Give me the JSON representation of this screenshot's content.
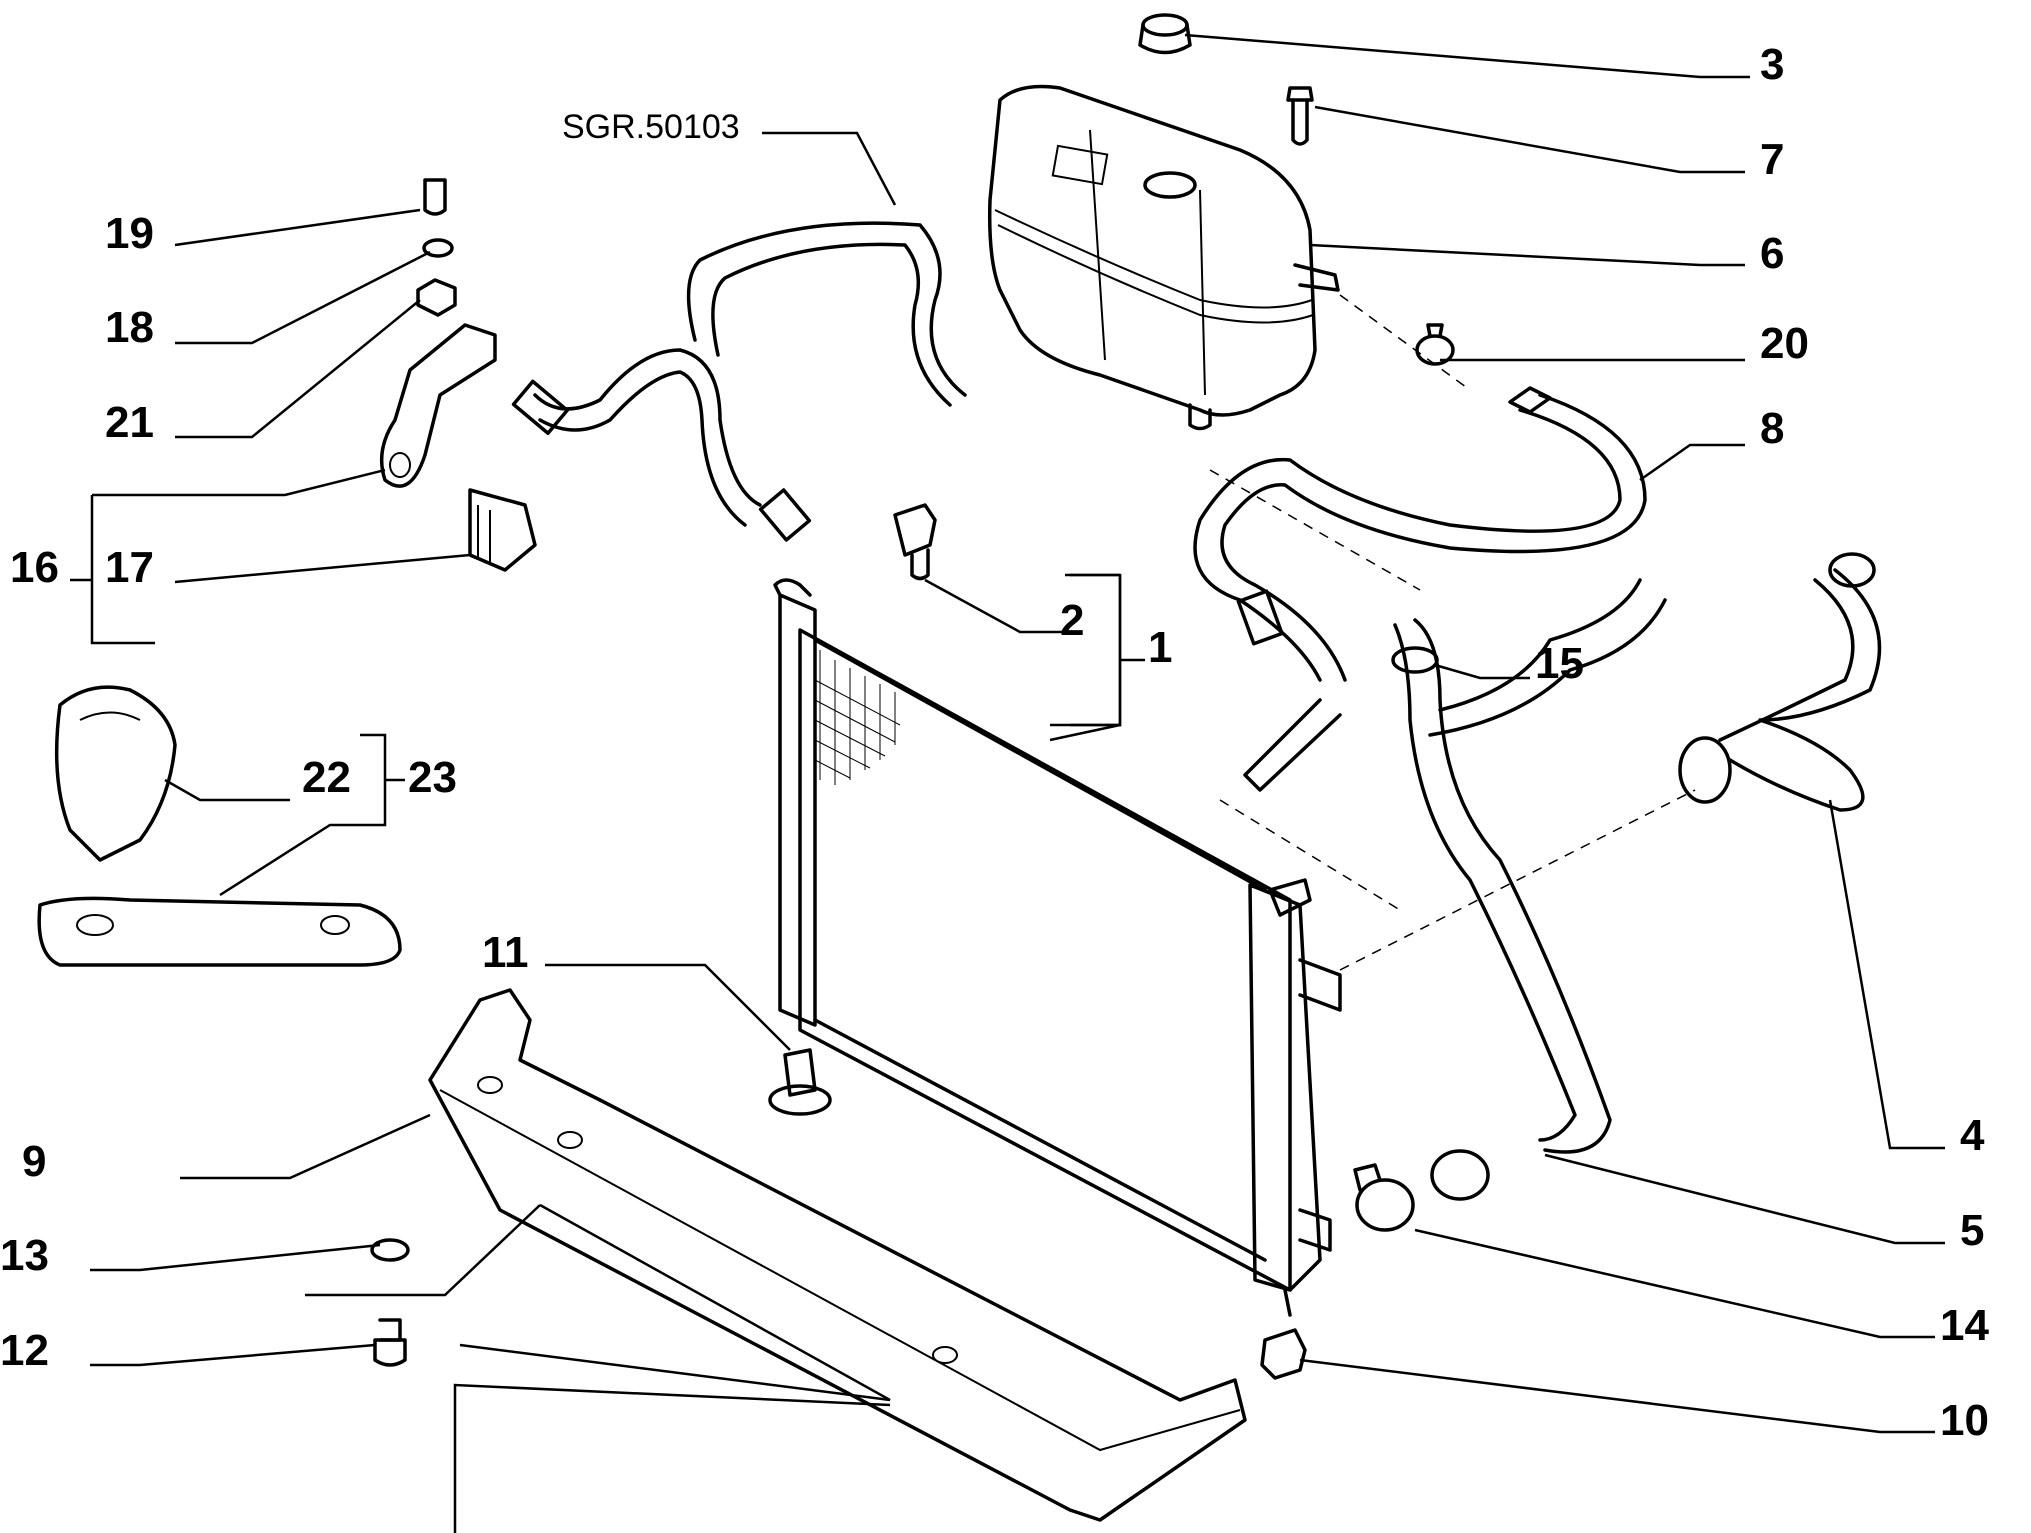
{
  "diagram": {
    "reference_code": "SGR.50103",
    "callouts": [
      "1",
      "2",
      "3",
      "4",
      "5",
      "6",
      "7",
      "8",
      "9",
      "10",
      "11",
      "12",
      "13",
      "14",
      "15",
      "16",
      "17",
      "18",
      "19",
      "20",
      "21",
      "22",
      "23"
    ]
  }
}
